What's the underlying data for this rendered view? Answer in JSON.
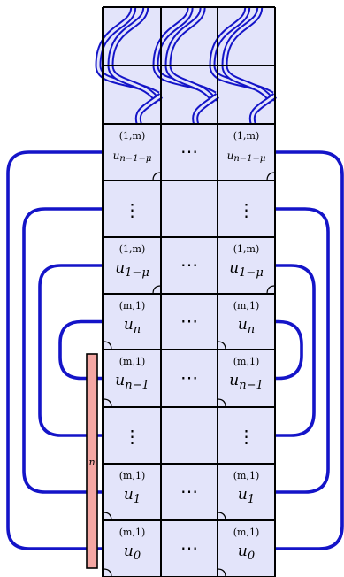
{
  "diagram": {
    "colors": {
      "cell_fill": "#e3e4fa",
      "arc_stroke": "#1414c8",
      "operator_fill": "#f4a7a3",
      "grid_stroke": "#000000"
    },
    "operator_label": "n",
    "rows": [
      {
        "id": "r0",
        "kind": "crossing"
      },
      {
        "id": "r1",
        "kind": "crossing"
      },
      {
        "id": "r2",
        "kind": "cells",
        "sup": "(1,m)",
        "base": "u",
        "sub": "n−1−μ",
        "small": true,
        "marker": "bottom-right"
      },
      {
        "id": "r3",
        "kind": "vdots"
      },
      {
        "id": "r4",
        "kind": "cells",
        "sup": "(1,m)",
        "base": "u",
        "sub": "1−μ",
        "small": false,
        "marker": "bottom-right"
      },
      {
        "id": "r5",
        "kind": "cells",
        "sup": "(m,1)",
        "base": "u",
        "sub": "n",
        "small": false,
        "marker": "bottom-left"
      },
      {
        "id": "r6",
        "kind": "cells",
        "sup": "(m,1)",
        "base": "u",
        "sub": "n−1",
        "small": false,
        "marker": "bottom-left"
      },
      {
        "id": "r7",
        "kind": "vdots"
      },
      {
        "id": "r8",
        "kind": "cells",
        "sup": "(m,1)",
        "base": "u",
        "sub": "1",
        "small": false,
        "marker": "bottom-left"
      },
      {
        "id": "r9",
        "kind": "cells",
        "sup": "(m,1)",
        "base": "u",
        "sub": "0",
        "small": false,
        "marker": "bottom-left"
      }
    ],
    "middle_dots": "⋯",
    "vertical_dots": "⋮"
  }
}
